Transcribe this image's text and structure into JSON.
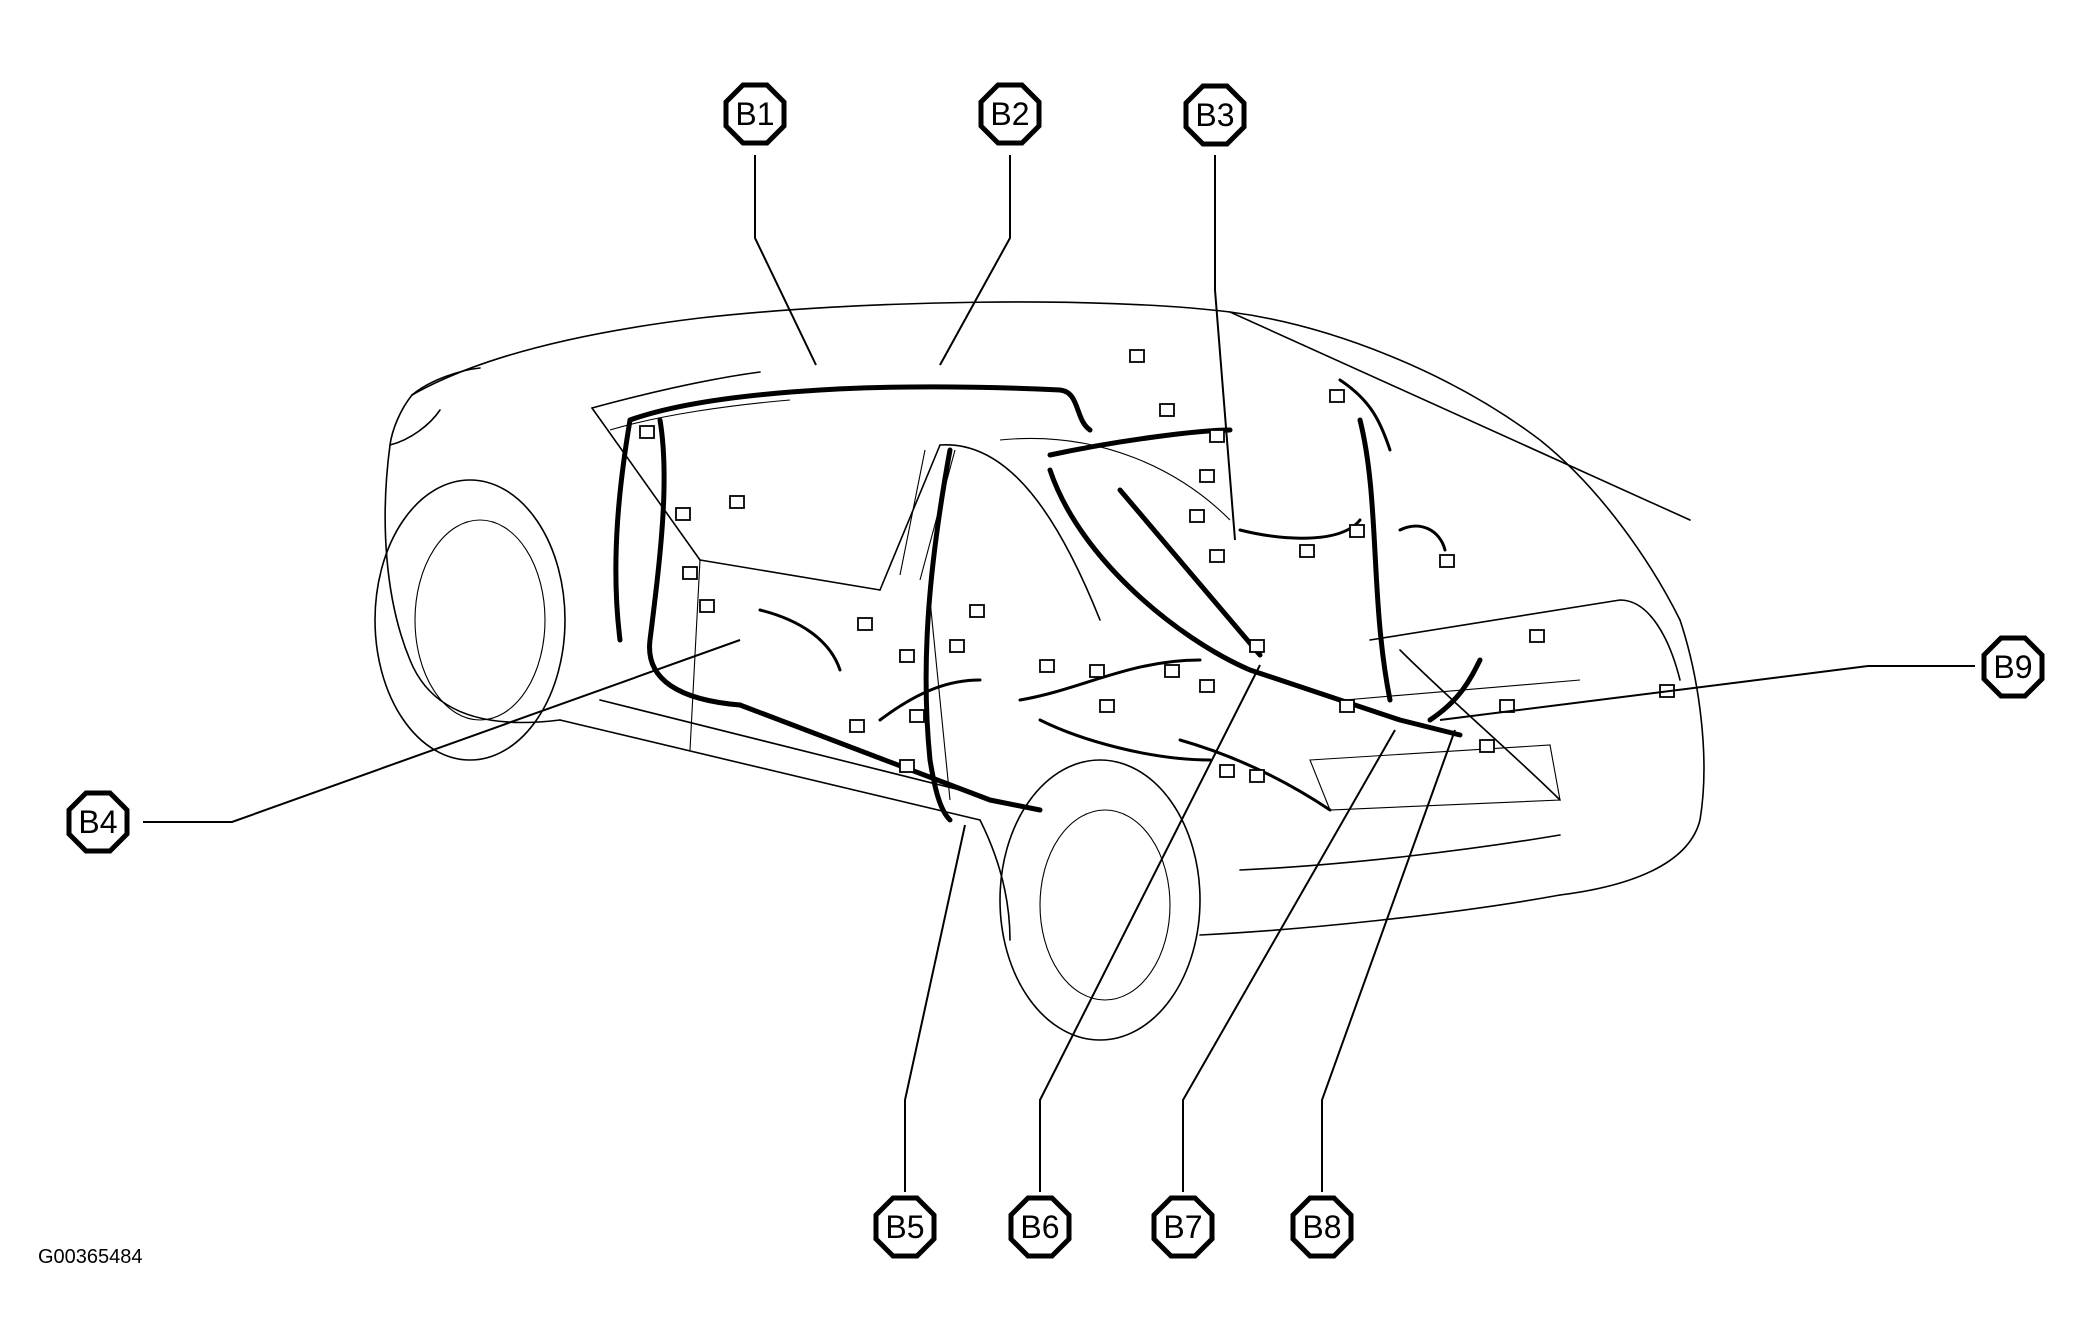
{
  "figure_id": "G00365484",
  "callouts": [
    {
      "id": "b1",
      "label": "B1"
    },
    {
      "id": "b2",
      "label": "B2"
    },
    {
      "id": "b3",
      "label": "B3"
    },
    {
      "id": "b4",
      "label": "B4"
    },
    {
      "id": "b5",
      "label": "B5"
    },
    {
      "id": "b6",
      "label": "B6"
    },
    {
      "id": "b7",
      "label": "B7"
    },
    {
      "id": "b8",
      "label": "B8"
    },
    {
      "id": "b9",
      "label": "B9"
    }
  ]
}
